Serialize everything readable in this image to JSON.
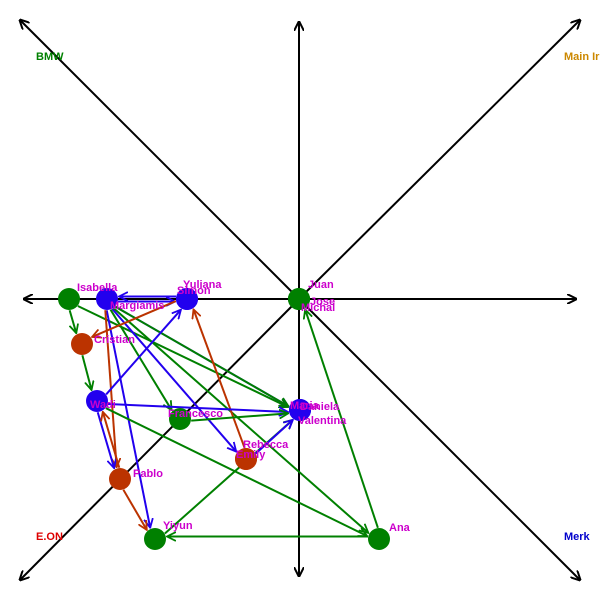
{
  "corner_labels": {
    "top_left": {
      "text": "BMW",
      "color": "#008000"
    },
    "top_right": {
      "text": "Main Ir",
      "color": "#cc8800"
    },
    "bottom_left": {
      "text": "E.ON",
      "color": "#dd0000"
    },
    "bottom_right": {
      "text": "Merk",
      "color": "#0000cc"
    }
  },
  "colors": {
    "green": "#008000",
    "blue": "#2200ee",
    "red": "#bb3300",
    "label": "#cc00cc",
    "axis": "#000000"
  },
  "nodes": [
    {
      "id": "isabella",
      "label": "Isabella",
      "color": "green"
    },
    {
      "id": "margiamis",
      "label": "Margiamis",
      "color": "blue"
    },
    {
      "id": "simon",
      "label": "Simon",
      "color": "blue"
    },
    {
      "id": "yuliana",
      "label": "Yuliana",
      "color": "blue"
    },
    {
      "id": "juan",
      "label": "Juan",
      "color": "green"
    },
    {
      "id": "jose",
      "label": "Jose",
      "color": "green"
    },
    {
      "id": "michal",
      "label": "Michal",
      "color": "green"
    },
    {
      "id": "cristian",
      "label": "Cristian",
      "color": "red"
    },
    {
      "id": "wadi",
      "label": "Wadi",
      "color": "blue"
    },
    {
      "id": "francesco",
      "label": "Francesco",
      "color": "green"
    },
    {
      "id": "maria",
      "label": "Maria",
      "color": "blue"
    },
    {
      "id": "daniela",
      "label": "Daniela",
      "color": "blue"
    },
    {
      "id": "valentina",
      "label": "Valentina",
      "color": "blue"
    },
    {
      "id": "rebecca",
      "label": "Rebecca",
      "color": "red"
    },
    {
      "id": "emily",
      "label": "Emily",
      "color": "red"
    },
    {
      "id": "pablo",
      "label": "Pablo",
      "color": "red"
    },
    {
      "id": "yiyun",
      "label": "Yiyun",
      "color": "green"
    },
    {
      "id": "ana",
      "label": "Ana",
      "color": "green"
    }
  ],
  "edges": [
    {
      "from": "isabella",
      "to": "cristian",
      "color": "green"
    },
    {
      "from": "isabella",
      "to": "maria",
      "color": "green"
    },
    {
      "from": "margiamis",
      "to": "simon",
      "color": "blue"
    },
    {
      "from": "simon",
      "to": "margiamis",
      "color": "blue"
    },
    {
      "from": "margiamis",
      "to": "maria",
      "color": "blue"
    },
    {
      "from": "margiamis",
      "to": "valentina",
      "color": "green"
    },
    {
      "from": "margiamis",
      "to": "emily",
      "color": "blue"
    },
    {
      "from": "margiamis",
      "to": "yiyun",
      "color": "blue"
    },
    {
      "from": "margiamis",
      "to": "ana",
      "color": "green"
    },
    {
      "from": "margiamis",
      "to": "francesco",
      "color": "green"
    },
    {
      "from": "margiamis",
      "to": "pablo",
      "color": "red"
    },
    {
      "from": "simon",
      "to": "cristian",
      "color": "red"
    },
    {
      "from": "rebecca",
      "to": "yuliana",
      "color": "red"
    },
    {
      "from": "wadi",
      "to": "yuliana",
      "color": "blue"
    },
    {
      "from": "wadi",
      "to": "maria",
      "color": "blue"
    },
    {
      "from": "wadi",
      "to": "ana",
      "color": "green"
    },
    {
      "from": "wadi",
      "to": "pablo",
      "color": "blue"
    },
    {
      "from": "pablo",
      "to": "wadi",
      "color": "red"
    },
    {
      "from": "cristian",
      "to": "wadi",
      "color": "green"
    },
    {
      "from": "pablo",
      "to": "yiyun",
      "color": "red"
    },
    {
      "from": "francesco",
      "to": "maria",
      "color": "green"
    },
    {
      "from": "yiyun",
      "to": "daniela",
      "color": "green"
    },
    {
      "from": "ana",
      "to": "yiyun",
      "color": "green"
    },
    {
      "from": "ana",
      "to": "michal",
      "color": "green"
    },
    {
      "from": "emily",
      "to": "valentina",
      "color": "blue"
    }
  ]
}
